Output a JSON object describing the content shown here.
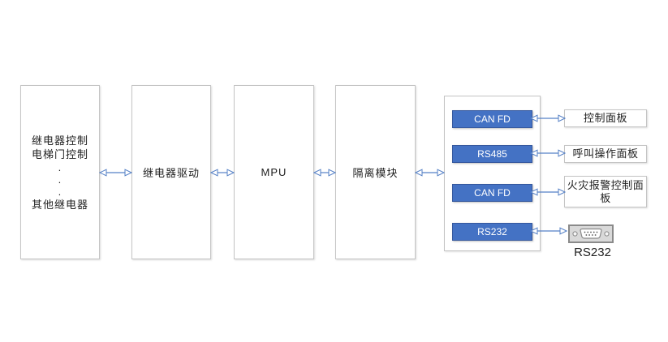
{
  "diagram_type": "block-diagram",
  "blocks": {
    "relay_group": {
      "lines": [
        "继电器控制",
        "电梯门控制"
      ],
      "dots": [
        ".",
        ".",
        "."
      ],
      "bottom": "其他继电器"
    },
    "relay_driver": {
      "label": "继电器驱动"
    },
    "mpu": {
      "label": "MPU"
    },
    "isolation": {
      "label": "隔离模块"
    }
  },
  "interface_ports": [
    {
      "label": "CAN FD",
      "target_panel": "控制面板"
    },
    {
      "label": "RS485",
      "target_panel": "呼叫操作面板"
    },
    {
      "label": "CAN FD",
      "target_panel": "火灾报警控制面板"
    },
    {
      "label": "RS232",
      "target_connector_icon": "db9-serial-connector",
      "target_label": "RS232"
    }
  ],
  "colors": {
    "port-fill": "#4472C4",
    "port-border": "#35589E",
    "port-text": "#FFFFFF",
    "arrow": "#5580C6",
    "box-border": "#C5C5C5",
    "text": "#1F1F1F",
    "connector-fill": "#D9D9D9",
    "connector-border": "#8A8A8A",
    "connector-pin": "#555555"
  }
}
